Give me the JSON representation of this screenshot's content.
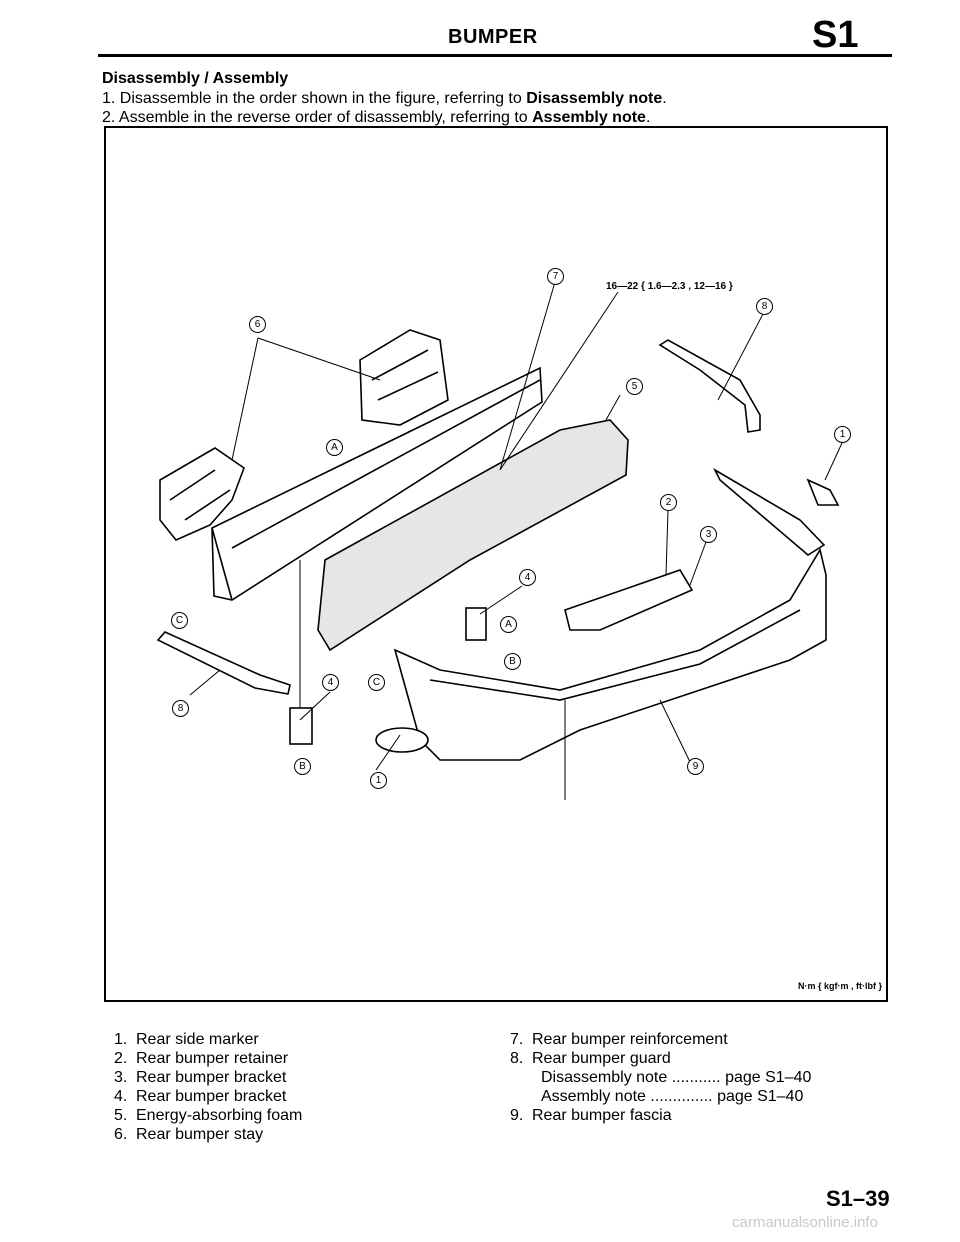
{
  "header": {
    "title": "BUMPER",
    "section_code": "S1"
  },
  "instructions": {
    "heading": "Disassembly / Assembly",
    "steps": [
      {
        "num": "1.",
        "text": "Disassemble in the order shown in the figure, referring to ",
        "bold": "Disassembly note",
        "end": "."
      },
      {
        "num": "2.",
        "text": "Assemble in the reverse order of disassembly, referring to ",
        "bold": "Assembly note",
        "end": "."
      }
    ]
  },
  "figure": {
    "torque_spec": "16—22 { 1.6—2.3 , 12—16 }",
    "unit_legend": "N·m { kgf·m , ft·lbf }",
    "callouts": [
      "7",
      "8",
      "6",
      "5",
      "1",
      "A",
      "2",
      "3",
      "4",
      "A",
      "C",
      "B",
      "8",
      "4",
      "C",
      "B",
      "1",
      "9"
    ]
  },
  "parts_list": {
    "left": [
      {
        "num": "1.",
        "name": "Rear side marker"
      },
      {
        "num": "2.",
        "name": "Rear bumper retainer"
      },
      {
        "num": "3.",
        "name": "Rear bumper bracket"
      },
      {
        "num": "4.",
        "name": "Rear bumper bracket"
      },
      {
        "num": "5.",
        "name": "Energy-absorbing foam"
      },
      {
        "num": "6.",
        "name": "Rear bumper stay"
      }
    ],
    "right": [
      {
        "num": "7.",
        "name": "Rear bumper reinforcement"
      },
      {
        "num": "8.",
        "name": "Rear bumper guard"
      },
      {
        "note": "Disassembly note ........... page S1–40"
      },
      {
        "note": "Assembly note .............. page S1–40"
      },
      {
        "num": "9.",
        "name": "Rear bumper fascia"
      }
    ]
  },
  "footer": {
    "page_number": "S1–39",
    "watermark": "carmanualsonline.info"
  }
}
